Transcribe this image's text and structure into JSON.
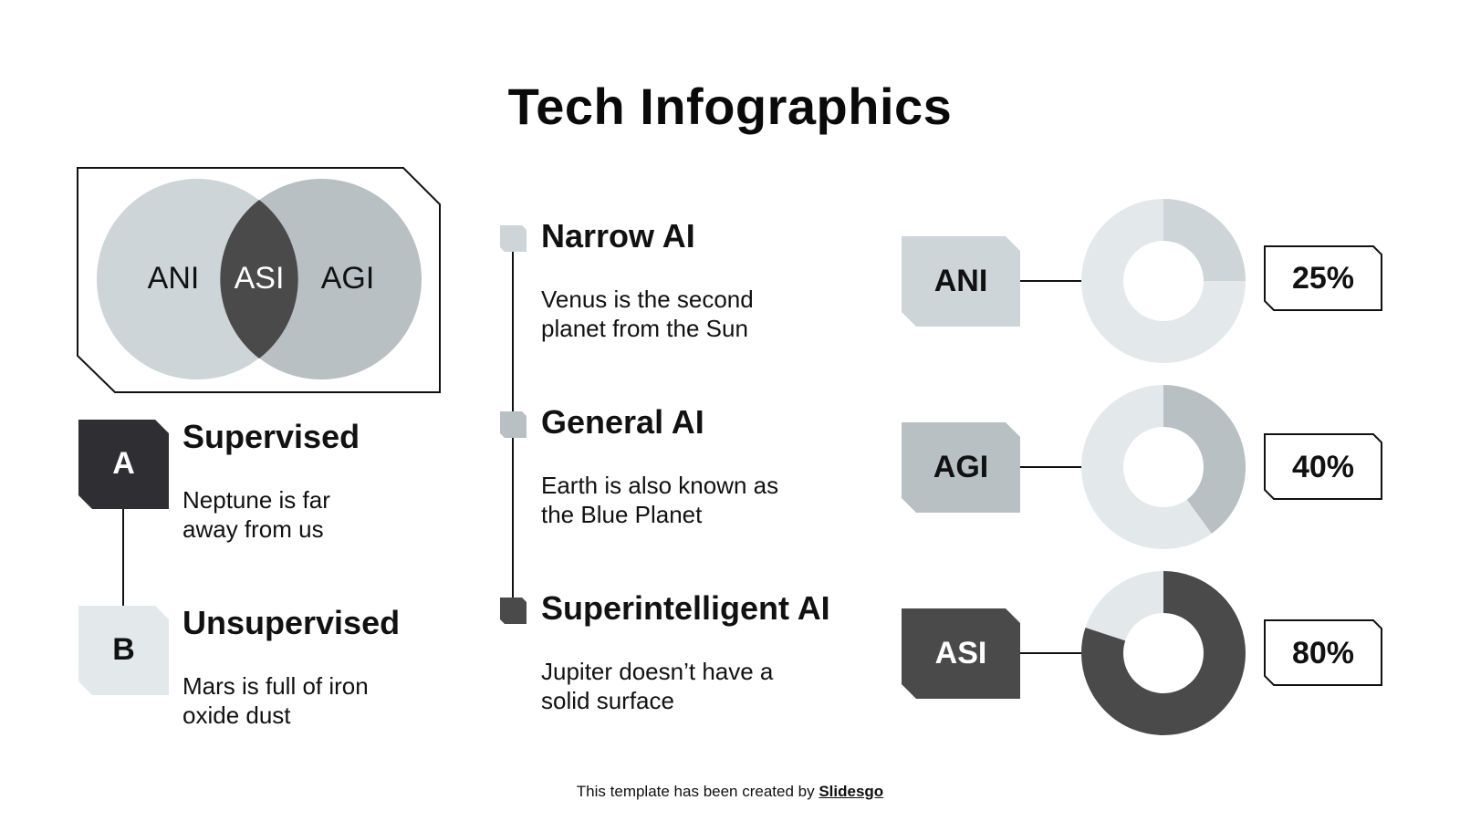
{
  "title": "Tech Infographics",
  "colors": {
    "light": "#cdd5d8",
    "lighter": "#e3e8ea",
    "mid": "#b8c0c3",
    "dark": "#4a4a4a",
    "darkest": "#2f2f33",
    "text": "#111111"
  },
  "venn": {
    "left_label": "ANI",
    "center_label": "ASI",
    "right_label": "AGI"
  },
  "learning": [
    {
      "letter": "A",
      "title": "Supervised",
      "desc_line1": "Neptune is far",
      "desc_line2": "away from us"
    },
    {
      "letter": "B",
      "title": "Unsupervised",
      "desc_line1": "Mars is full of iron",
      "desc_line2": "oxide dust"
    }
  ],
  "ai_types": [
    {
      "title": "Narrow AI",
      "desc_line1": "Venus is the second",
      "desc_line2": "planet from the Sun"
    },
    {
      "title": "General AI",
      "desc_line1": "Earth is also known as",
      "desc_line2": "the Blue Planet"
    },
    {
      "title": "Superintelligent AI",
      "desc_line1": "Jupiter doesn’t have a",
      "desc_line2": "solid surface"
    }
  ],
  "donuts": [
    {
      "label": "ANI",
      "percent_label": "25%",
      "value": 25
    },
    {
      "label": "AGI",
      "percent_label": "40%",
      "value": 40
    },
    {
      "label": "ASI",
      "percent_label": "80%",
      "value": 80
    }
  ],
  "footer": {
    "prefix": "This template has been created by ",
    "brand": "Slidesgo"
  },
  "chart_data": {
    "type": "pie",
    "title": "",
    "categories": [
      "ANI",
      "AGI",
      "ASI"
    ],
    "values": [
      25,
      40,
      80
    ],
    "unit": "%",
    "note": "Three donut charts, each showing share filled clockwise from 12 o'clock"
  }
}
